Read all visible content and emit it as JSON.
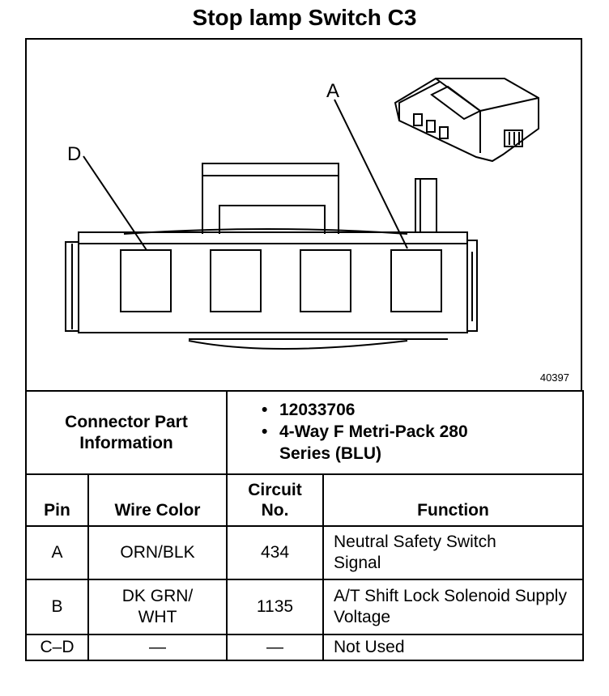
{
  "title": "Stop lamp Switch C3",
  "figure": {
    "figure_number": "40397",
    "pin_labels": {
      "a": "A",
      "d": "D"
    }
  },
  "connector_info": {
    "label": "Connector Part Information",
    "items": [
      "12033706",
      "4-Way F Metri-Pack 280 Series (BLU)"
    ]
  },
  "table": {
    "headers": {
      "pin": "Pin",
      "wire_color": "Wire Color",
      "circuit": "Circuit No.",
      "function": "Function"
    },
    "rows": [
      {
        "pin": "A",
        "wire_color": "ORN/BLK",
        "circuit": "434",
        "function": "Neutral Safety Switch Signal"
      },
      {
        "pin": "B",
        "wire_color": "DK GRN/ WHT",
        "circuit": "1135",
        "function": "A/T Shift Lock Solenoid Supply Voltage"
      },
      {
        "pin": "C–D",
        "wire_color": "—",
        "circuit": "—",
        "function": "Not Used"
      }
    ]
  }
}
